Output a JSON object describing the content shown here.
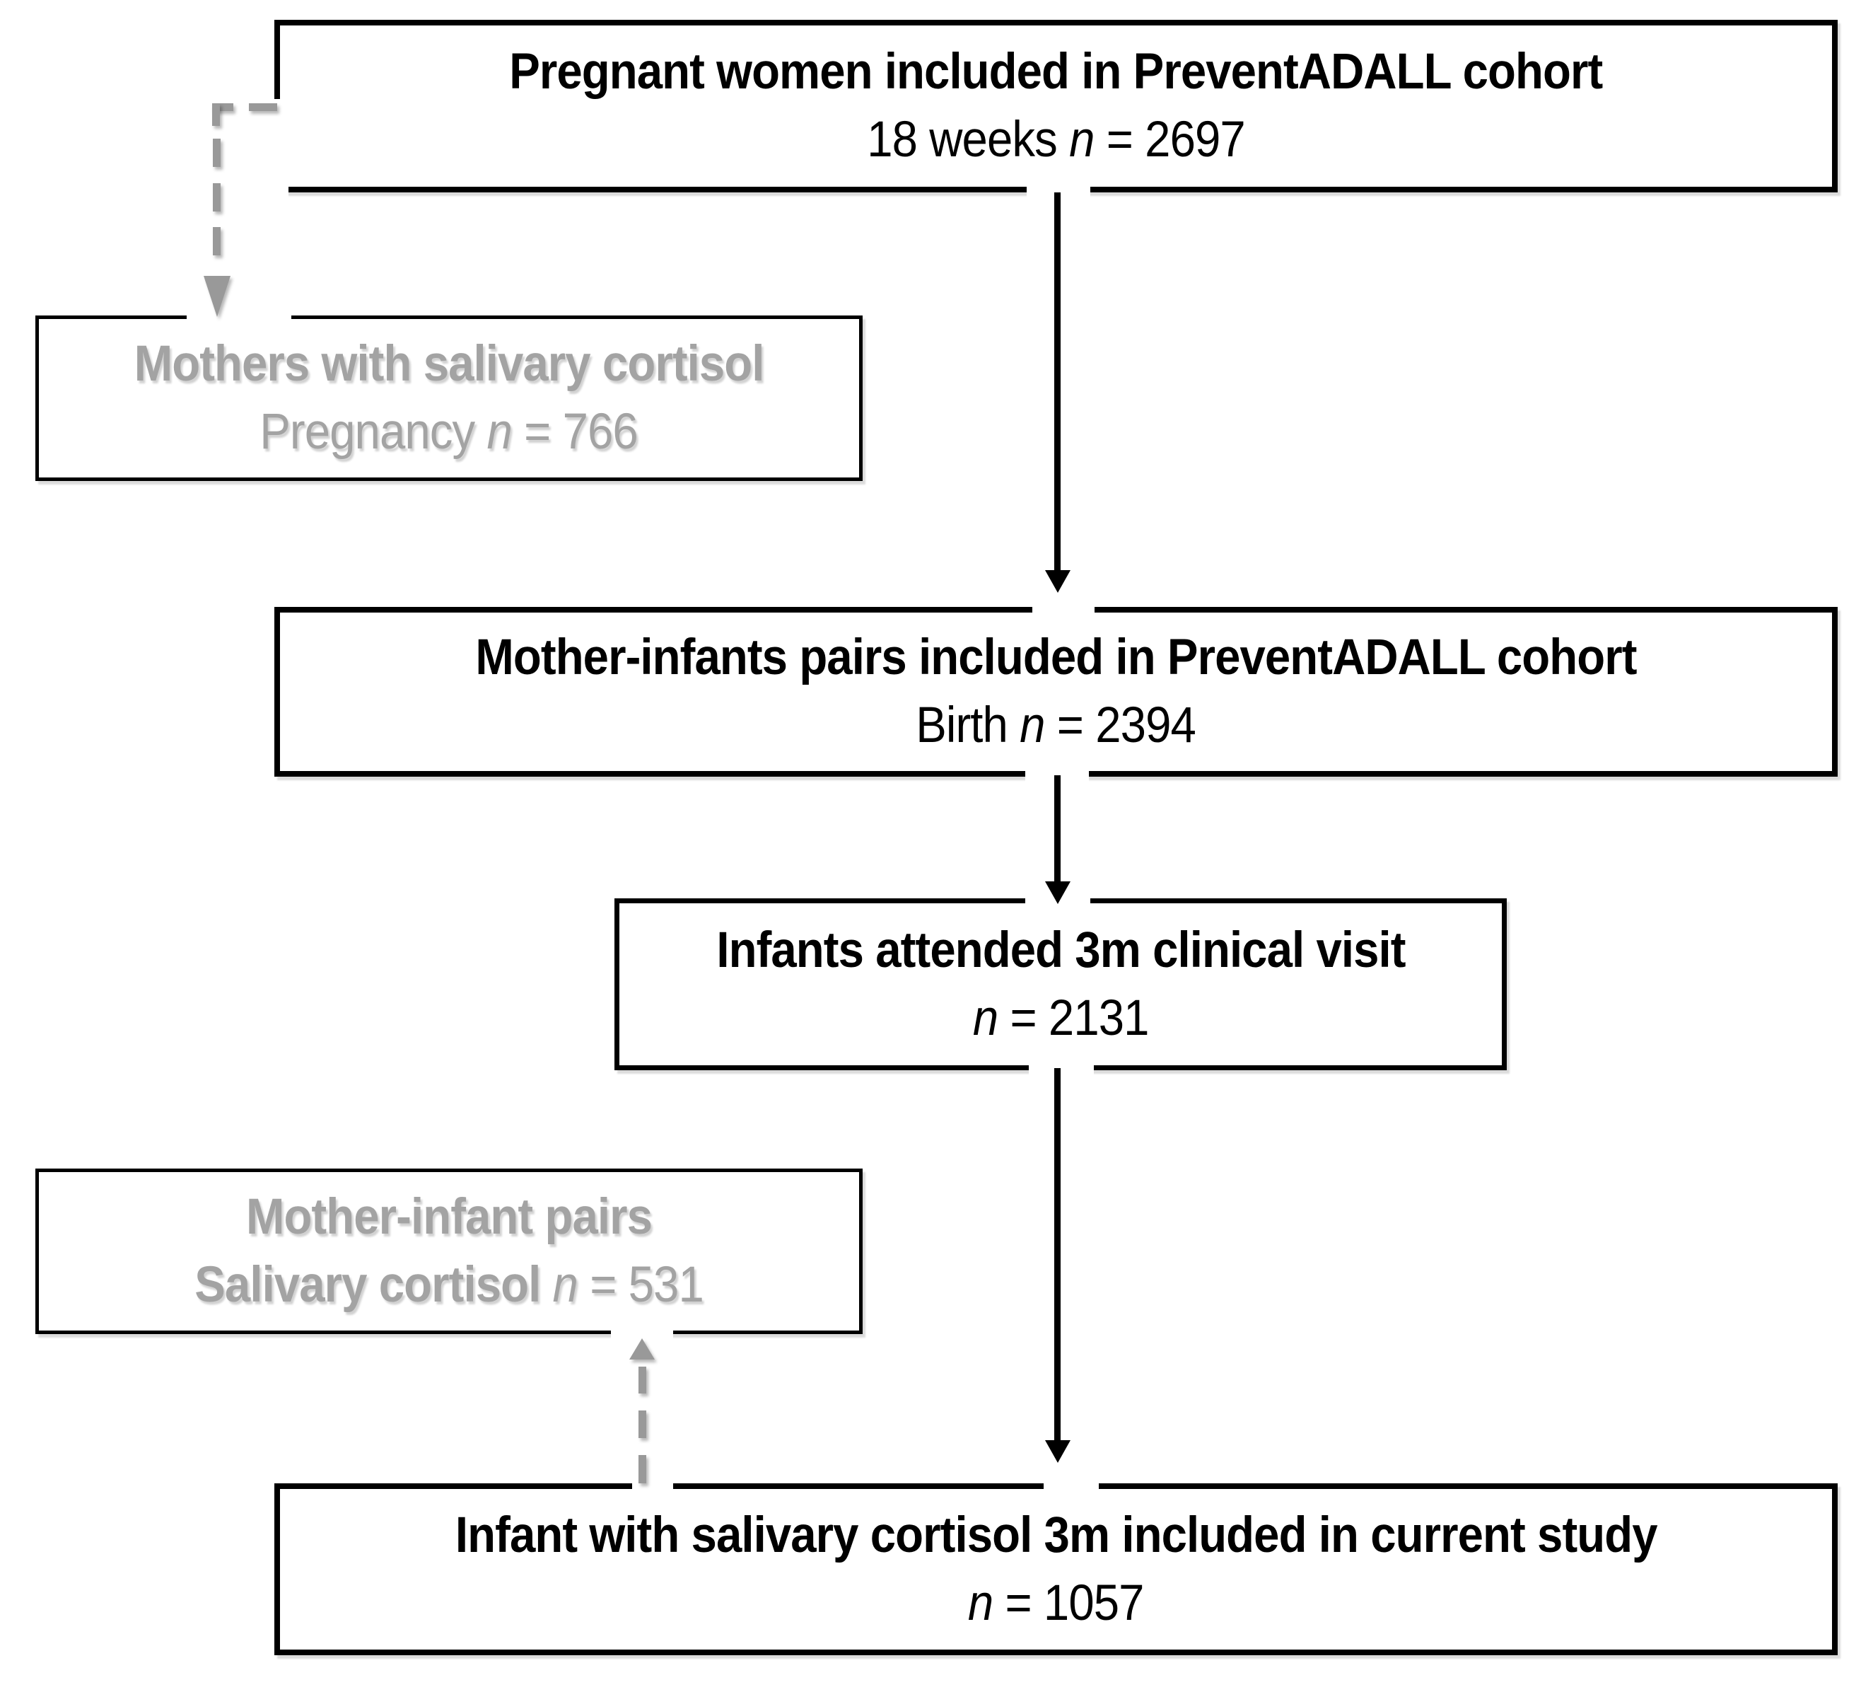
{
  "diagram": {
    "type": "flowchart",
    "background": "#ffffff",
    "colors": {
      "box_border": "#000000",
      "main_text": "#000000",
      "side_box_text": "#a3a3a3",
      "dashed_connector": "#999999"
    },
    "boxes": {
      "cohort_18w": {
        "title": "Pregnant women included in PreventADALL cohort",
        "pre": "18 weeks ",
        "n": "n",
        "post": " = 2697"
      },
      "mothers_cortisol": {
        "title": "Mothers with salivary cortisol",
        "pre": "Pregnancy ",
        "n": "n",
        "post": " = 766"
      },
      "birth": {
        "title": "Mother-infants pairs included in PreventADALL cohort",
        "pre": "Birth ",
        "n": "n",
        "post": " = 2394"
      },
      "visit_3m": {
        "title": "Infants attended 3m clinical visit",
        "pre": "",
        "n": "n",
        "post": " = 2131"
      },
      "pairs_cortisol": {
        "title": "Mother-infant pairs",
        "pre": "Salivary cortisol ",
        "n": "n",
        "post": " = 531"
      },
      "current_study": {
        "title": "Infant with salivary cortisol 3m included in current study",
        "pre": "",
        "n": "n",
        "post": " = 1057"
      }
    }
  }
}
